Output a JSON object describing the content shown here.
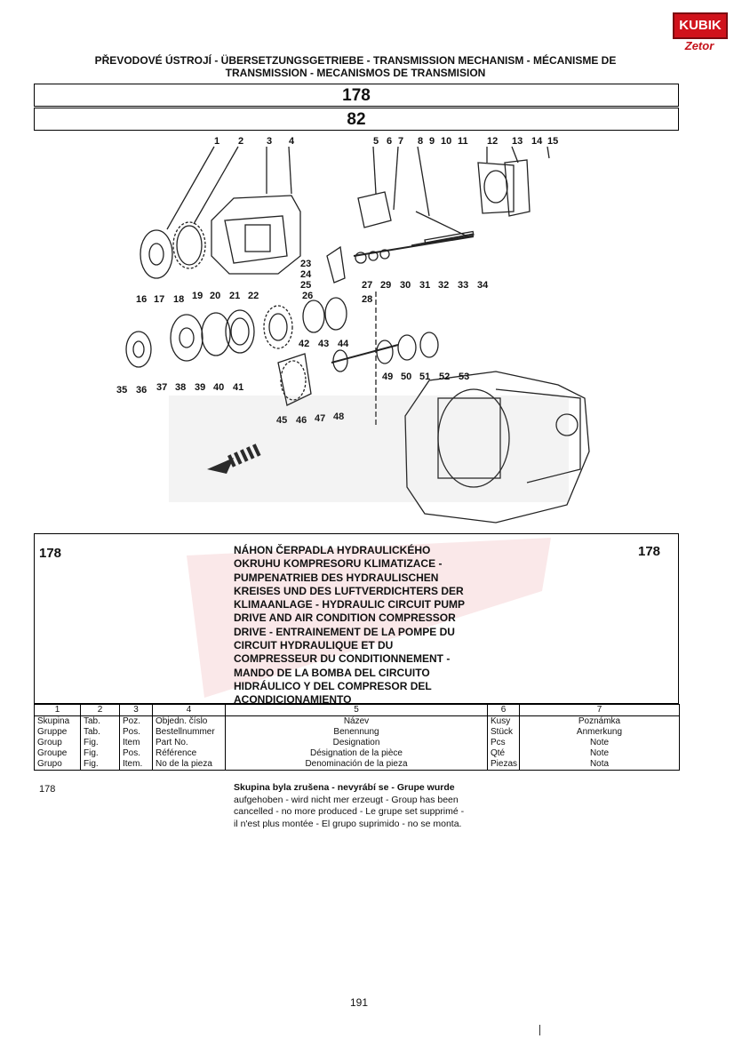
{
  "logo": {
    "kubik": "KUBIK",
    "zetor": "Zetor"
  },
  "header": {
    "title_line1": "PŘEVODOVÉ ÚSTROJÍ - ÜBERSETZUNGSGETRIEBE - TRANSMISSION MECHANISM - MÉCANISME DE",
    "title_line2": "TRANSMISSION - MECANISMOS DE TRANSMISION",
    "group_number": "178",
    "figure_number": "82"
  },
  "callouts": [
    "1",
    "2",
    "3",
    "4",
    "5",
    "6",
    "7",
    "8",
    "9",
    "10",
    "11",
    "12",
    "13",
    "14",
    "15",
    "16",
    "17",
    "18",
    "19",
    "20",
    "21",
    "22",
    "23",
    "24",
    "25",
    "26",
    "27",
    "28",
    "29",
    "30",
    "31",
    "32",
    "33",
    "34",
    "35",
    "36",
    "37",
    "38",
    "39",
    "40",
    "41",
    "42",
    "43",
    "44",
    "45",
    "46",
    "47",
    "48",
    "49",
    "50",
    "51",
    "52",
    "53"
  ],
  "info": {
    "group_left": "178",
    "group_right": "178",
    "description_lines": [
      "NÁHON ČERPADLA HYDRAULICKÉHO",
      "OKRUHU KOMPRESORU KLIMATIZACE -",
      "PUMPENATRIEB DES HYDRAULISCHEN",
      "KREISES UND DES LUFTVERDICHTERS DER",
      "KLIMAANLAGE - HYDRAULIC CIRCUIT PUMP",
      "DRIVE AND AIR CONDITION COMPRESSOR",
      "DRIVE - ENTRAINEMENT DE LA POMPE DU",
      "CIRCUIT HYDRAULIQUE ET DU",
      "COMPRESSEUR DU CONDITIONNEMENT -",
      "MANDO DE LA BOMBA DEL CIRCUITO",
      "HIDRÁULICO Y DEL COMPRESOR DEL",
      "ACONDICIONAMIENTO"
    ]
  },
  "table": {
    "col_numbers": [
      "1",
      "2",
      "3",
      "4",
      "5",
      "6",
      "7"
    ],
    "col1": [
      "Skupina",
      "Gruppe",
      "Group",
      "Groupe",
      "Grupo"
    ],
    "col2": [
      "Tab.",
      "Tab.",
      "Fig.",
      "Fig.",
      "Fig."
    ],
    "col3": [
      "Poz.",
      "Pos.",
      "Item",
      "Pos.",
      "Item."
    ],
    "col4": [
      "Objedn. číslo",
      "Bestellnummer",
      "Part No.",
      "Référence",
      "No de la pieza"
    ],
    "col5": [
      "Název",
      "Benennung",
      "Designation",
      "Désignation de la pièce",
      "Denominación de la pieza"
    ],
    "col6": [
      "Kusy",
      "Stück",
      "Pcs",
      "Qté",
      "Piezas"
    ],
    "col7": [
      "Poznámka",
      "Anmerkung",
      "Note",
      "Note",
      "Nota"
    ]
  },
  "note": {
    "group": "178",
    "lines": [
      "Skupina byla zrušena - nevyrábí se - Grupe wurde",
      "aufgehoben - wird nicht mer erzeugt - Group has been",
      "cancelled - no more produced - Le grupe set supprimé -",
      "il n'est plus montée - El grupo suprimido - no se monta."
    ]
  },
  "page_number": "191"
}
